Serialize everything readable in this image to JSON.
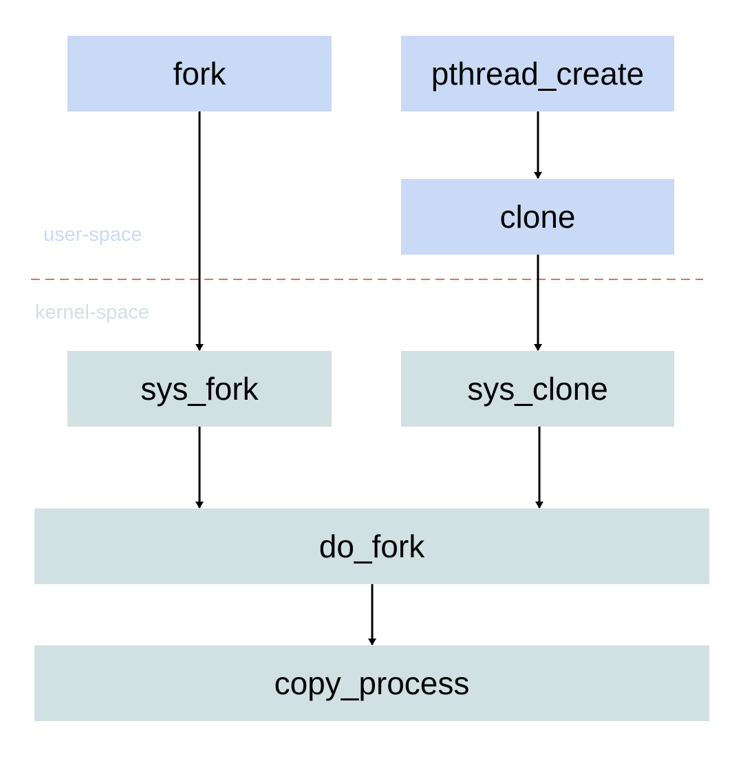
{
  "nodes": {
    "fork": "fork",
    "pthread_create": "pthread_create",
    "clone": "clone",
    "sys_fork": "sys_fork",
    "sys_clone": "sys_clone",
    "do_fork": "do_fork",
    "copy_process": "copy_process"
  },
  "regions": {
    "user": "user-space",
    "kernel": "kernel-space"
  },
  "colors": {
    "user_box": "#c9daf6",
    "kernel_box": "#d1e0e3",
    "boundary_line": "#e0393e",
    "user_label": "#c9daf6",
    "kernel_label": "#d1e0e3",
    "arrow": "#000000"
  },
  "edges": [
    {
      "from": "fork",
      "to": "sys_fork"
    },
    {
      "from": "pthread_create",
      "to": "clone"
    },
    {
      "from": "clone",
      "to": "sys_clone"
    },
    {
      "from": "sys_fork",
      "to": "do_fork"
    },
    {
      "from": "sys_clone",
      "to": "do_fork"
    },
    {
      "from": "do_fork",
      "to": "copy_process"
    }
  ]
}
